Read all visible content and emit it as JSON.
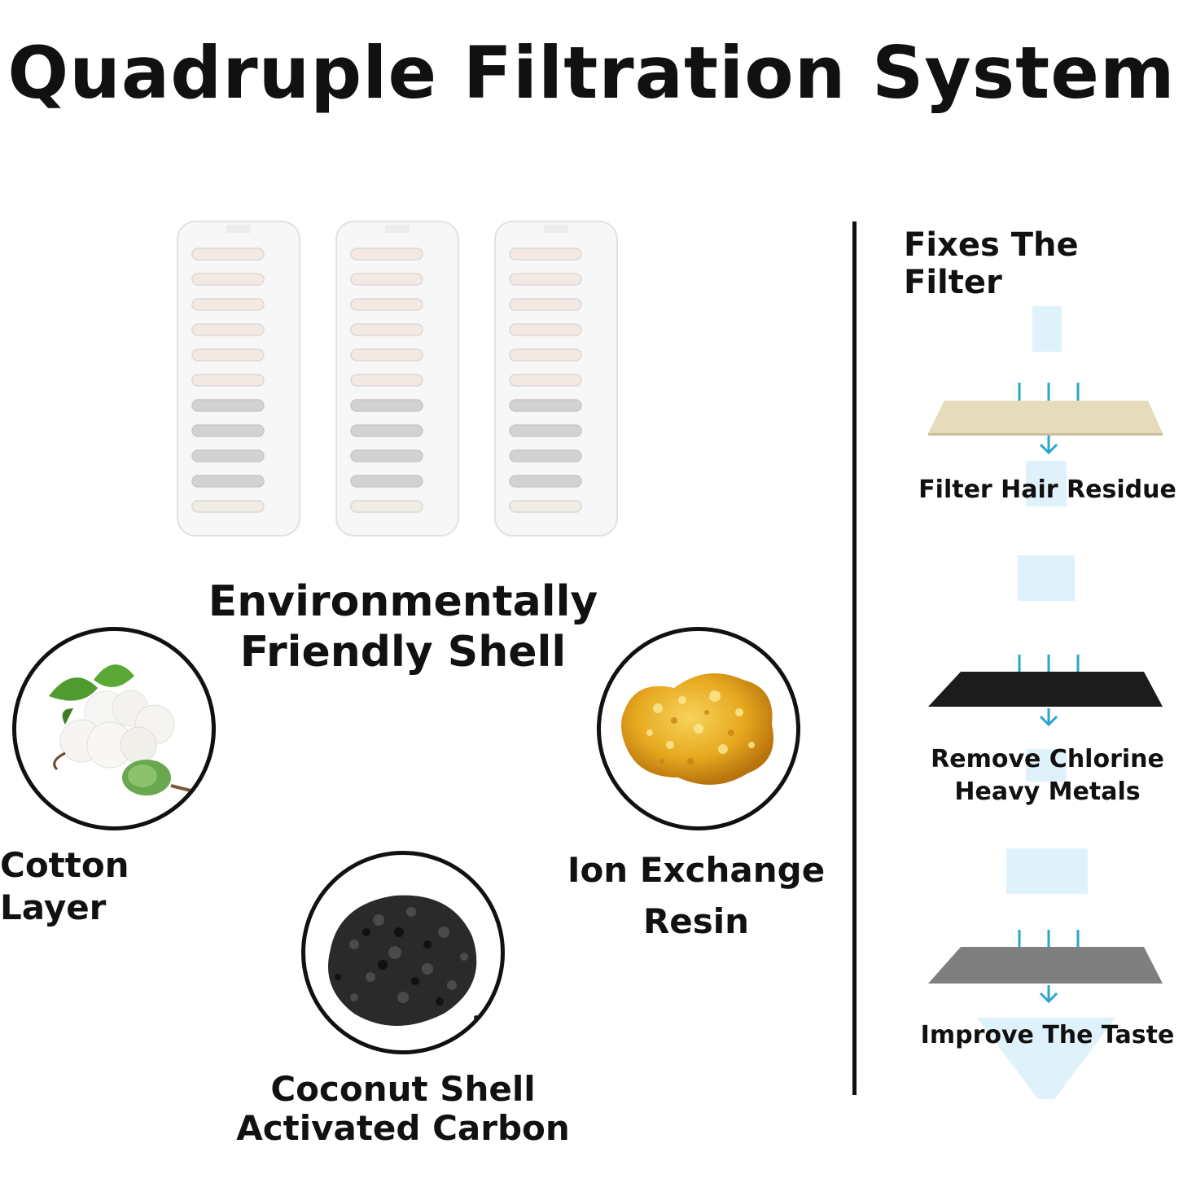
{
  "title": "Quadruple Filtration System",
  "shell": {
    "line1": "Environmentally",
    "line2": "Friendly Shell"
  },
  "layers": {
    "cotton": "Cotton Layer",
    "resin_line1": "Ion Exchange",
    "resin_line2": "Resin",
    "carbon_line1": "Coconut Shell",
    "carbon_line2": "Activated Carbon"
  },
  "flow": {
    "title": "Fixes The Filter",
    "steps": [
      {
        "label": "Filter Hair Residue",
        "color": "#e6dcbc"
      },
      {
        "label_line1": "Remove Chlorine",
        "label_line2": "Heavy Metals",
        "color": "#1c1c1c"
      },
      {
        "label": "Improve The Taste",
        "color": "#7f7f7f"
      }
    ],
    "water_color": "#dff1fa",
    "arrow_color": "#2aa5cf"
  }
}
